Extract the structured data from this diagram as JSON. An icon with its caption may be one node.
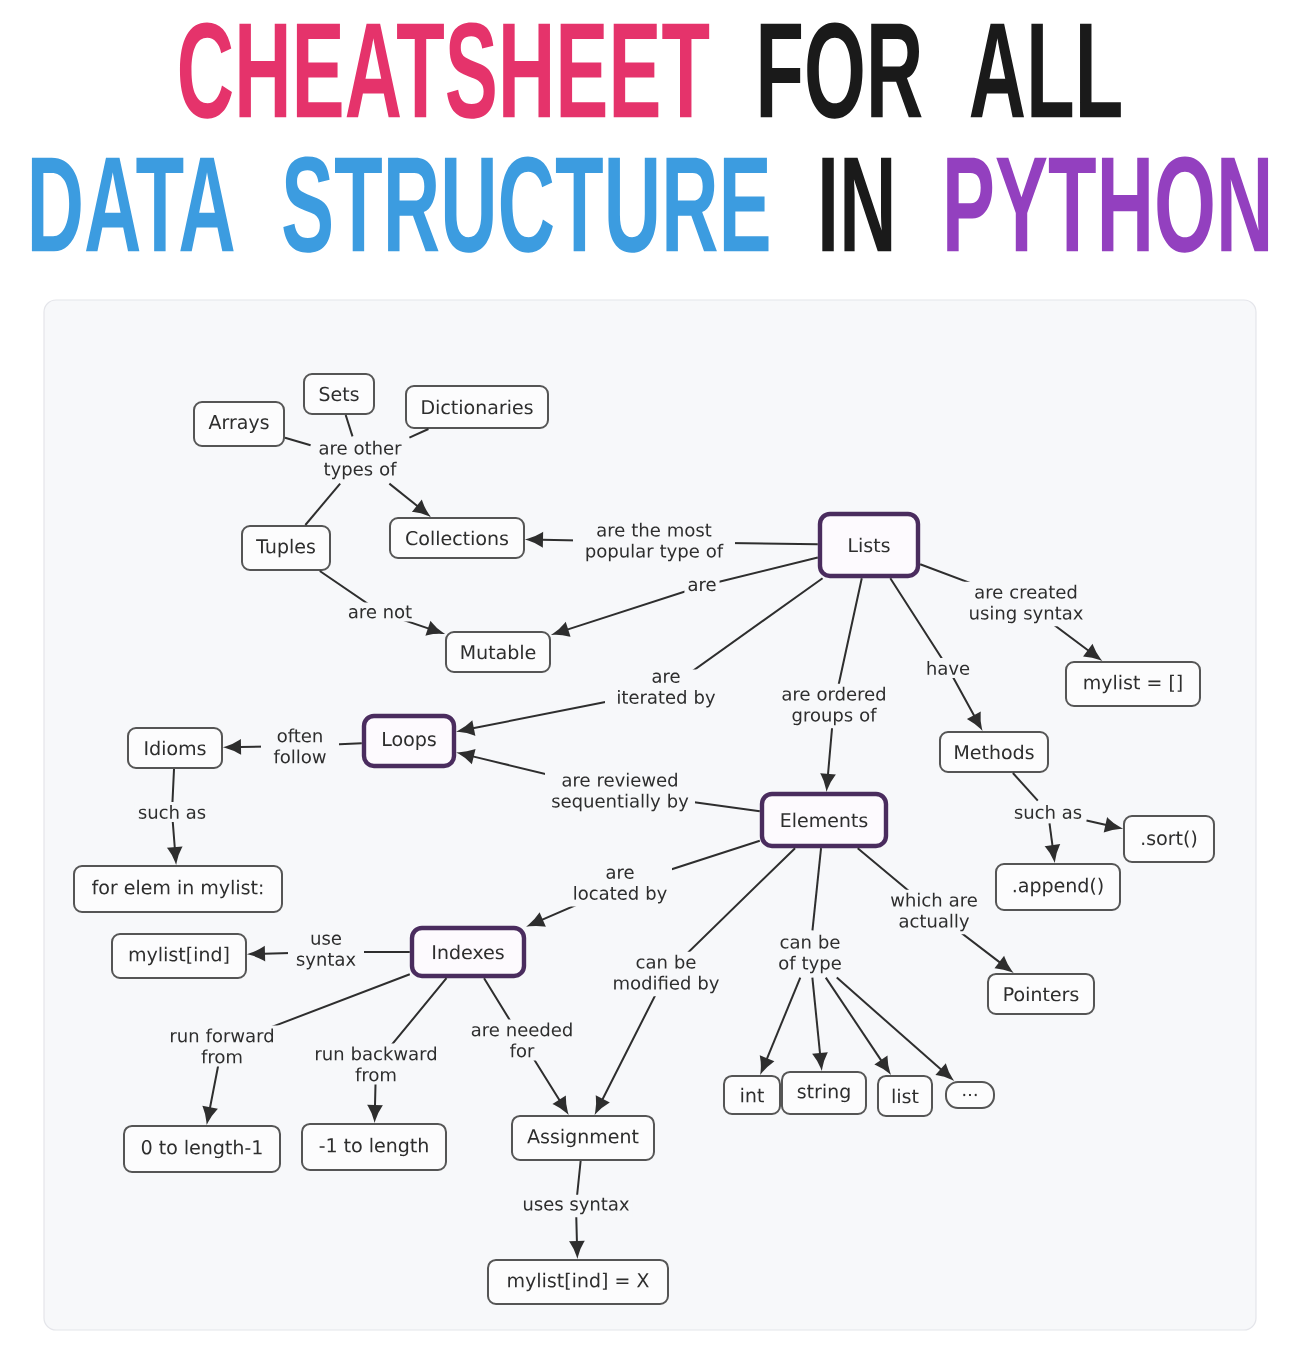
{
  "diagram": {
    "title": "CHEATSHEET FOR ALL DATA STRUCTURE IN PYTHON",
    "nodes": [
      {
        "text": [
          "Arrays"
        ]
      },
      {
        "text": [
          "Sets"
        ]
      },
      {
        "text": [
          "Dictionaries"
        ]
      },
      {
        "text": [
          "are other types of"
        ]
      },
      {
        "text": [
          "Tuples"
        ]
      },
      {
        "text": [
          "Collections"
        ]
      },
      {
        "text": [
          "Lists"
        ]
      },
      {
        "text": [
          "Mutable"
        ]
      },
      {
        "text": [
          "mylist = []"
        ]
      },
      {
        "text": [
          "Idioms"
        ]
      },
      {
        "text": [
          "Loops"
        ]
      },
      {
        "text": [
          "Methods"
        ]
      },
      {
        "text": [
          "Elements"
        ]
      },
      {
        "text": [
          "such as"
        ]
      },
      {
        "text": [
          ".sort()"
        ]
      },
      {
        "text": [
          "for elem in mylist:"
        ]
      },
      {
        "text": [
          ".append()"
        ]
      },
      {
        "text": [
          "mylist[ind]"
        ]
      },
      {
        "text": [
          "Indexes"
        ]
      },
      {
        "text": [
          "can be of type"
        ]
      },
      {
        "text": [
          "Pointers"
        ]
      },
      {
        "text": [
          "int"
        ]
      },
      {
        "text": [
          "string"
        ]
      },
      {
        "text": [
          "list"
        ]
      },
      {
        "text": [
          "..."
        ]
      },
      {
        "text": [
          "0 to length-1"
        ]
      },
      {
        "text": [
          "-1 to length"
        ]
      },
      {
        "text": [
          "Assignment"
        ]
      },
      {
        "text": [
          "mylist[ind] = X"
        ]
      }
    ],
    "edges": [
      {
        "from": 0,
        "to": 3,
        "arrow": "none"
      },
      {
        "from": 1,
        "to": 3,
        "arrow": "none"
      },
      {
        "from": 2,
        "to": 3,
        "arrow": "none"
      },
      {
        "from": 4,
        "to": 3,
        "arrow": "none"
      },
      {
        "from": 3,
        "to": 5,
        "arrow": "to"
      },
      {
        "from": 6,
        "to": 5,
        "arrow": "to",
        "label": "are the most popular type of"
      },
      {
        "from": 6,
        "to": 7,
        "arrow": "to",
        "label": "are"
      },
      {
        "from": 4,
        "to": 7,
        "arrow": "to",
        "label": "are not"
      },
      {
        "from": 6,
        "to": 10,
        "arrow": "to",
        "label": "are iterated by"
      },
      {
        "from": 6,
        "to": 12,
        "arrow": "to",
        "label": "are ordered groups of"
      },
      {
        "from": 6,
        "to": 11,
        "arrow": "to",
        "label": "have"
      },
      {
        "from": 6,
        "to": 8,
        "arrow": "to",
        "label": "are created using syntax"
      },
      {
        "from": 10,
        "to": 9,
        "arrow": "to",
        "label": "often follow"
      },
      {
        "from": 9,
        "to": 15,
        "arrow": "to",
        "label": "such as"
      },
      {
        "from": 11,
        "to": 13,
        "arrow": "none"
      },
      {
        "from": 13,
        "to": 14,
        "arrow": "to"
      },
      {
        "from": 13,
        "to": 16,
        "arrow": "to"
      },
      {
        "from": 12,
        "to": 10,
        "arrow": "to",
        "label": "are reviewed sequentially by"
      },
      {
        "from": 12,
        "to": 18,
        "arrow": "to",
        "label": "are located by"
      },
      {
        "from": 12,
        "to": 20,
        "arrow": "to",
        "label": "which are actually"
      },
      {
        "from": 12,
        "to": 19,
        "arrow": "none"
      },
      {
        "from": 19,
        "to": 21,
        "arrow": "to"
      },
      {
        "from": 19,
        "to": 22,
        "arrow": "to"
      },
      {
        "from": 19,
        "to": 23,
        "arrow": "to"
      },
      {
        "from": 19,
        "to": 24,
        "arrow": "to"
      },
      {
        "from": 12,
        "to": 27,
        "arrow": "to",
        "label": "can be modified by"
      },
      {
        "from": 18,
        "to": 17,
        "arrow": "to",
        "label": "use syntax"
      },
      {
        "from": 18,
        "to": 25,
        "arrow": "to",
        "label": "run forward from"
      },
      {
        "from": 18,
        "to": 26,
        "arrow": "to",
        "label": "run backward from"
      },
      {
        "from": 18,
        "to": 27,
        "arrow": "to",
        "label": "are needed for"
      },
      {
        "from": 27,
        "to": 28,
        "arrow": "to",
        "label": "uses syntax"
      }
    ]
  }
}
